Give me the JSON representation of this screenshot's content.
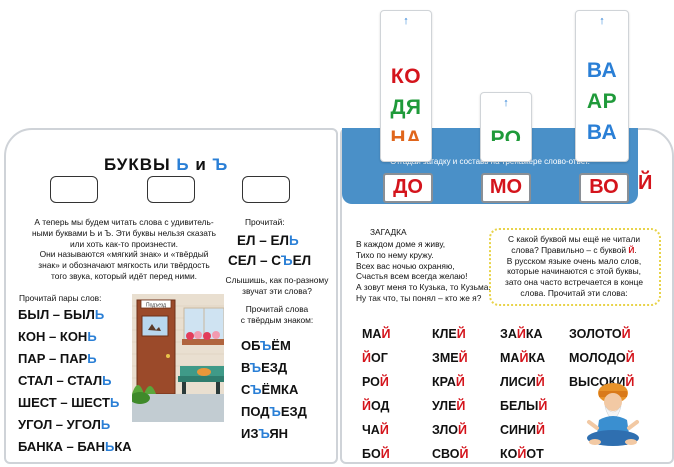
{
  "strips": [
    {
      "syllables": [
        "КО",
        "ДЯ",
        "НА"
      ],
      "colors": [
        "#d4141c",
        "#1f9a3a",
        "#e0661c"
      ]
    },
    {
      "syllables": [
        "РО"
      ],
      "colors": [
        "#1f9a3a"
      ]
    },
    {
      "syllables": [
        "ВА",
        "АР",
        "ВА"
      ],
      "colors": [
        "#2a7fd6",
        "#1f9a3a",
        "#2a7fd6"
      ]
    }
  ],
  "strip_arrow": "↑",
  "left": {
    "title_main": "БУКВЫ ",
    "title_soft": "Ь",
    "title_and": " и ",
    "title_hard": "Ъ",
    "intro": [
      "А теперь мы будем читать слова с удивитель-",
      "ными буквами Ь и Ъ. Эти буквы нельзя сказать",
      "или хоть как-то произнести.",
      "Они называются «мягкий знак» и «твёрдый",
      "знак» и обозначают мягкость или твёрдость",
      "того звука, который идёт перед ними."
    ],
    "read_label": "Прочитай:",
    "pair1_a": "ЕЛ – ЕЛ",
    "pair1_b": "Ь",
    "pair2_a": "СЕЛ – С",
    "pair2_b": "Ъ",
    "pair2_c": "ЕЛ",
    "question": [
      "Слышишь, как по-разному",
      "звучат эти слова?"
    ],
    "pairs_label": "Прочитай пары слов:",
    "pairs": [
      {
        "a": "БЫЛ – БЫЛ",
        "b": "Ь"
      },
      {
        "a": "КОН – КОН",
        "b": "Ь"
      },
      {
        "a": "ПАР – ПАР",
        "b": "Ь"
      },
      {
        "a": "СТАЛ – СТАЛ",
        "b": "Ь"
      },
      {
        "a": "ШЕСТ – ШЕСТ",
        "b": "Ь"
      },
      {
        "a": "УГОЛ – УГОЛ",
        "b": "Ь"
      },
      {
        "a": "БАНКА – БАН",
        "b": "Ь",
        "c": "КА"
      }
    ],
    "sign_label": "Подъезд",
    "hard_label": [
      "Прочитай слова",
      "с твёрдым знаком:"
    ],
    "hard_words": [
      {
        "a": "ОБ",
        "b": "Ъ",
        "c": "ЁМ"
      },
      {
        "a": "В",
        "b": "Ъ",
        "c": "ЕЗД"
      },
      {
        "a": "С",
        "b": "Ъ",
        "c": "ЁМКА"
      },
      {
        "a": "ПОД",
        "b": "Ъ",
        "c": "ЕЗД"
      },
      {
        "a": "ИЗ",
        "b": "Ъ",
        "c": "ЯН"
      }
    ]
  },
  "right": {
    "trainer_caption": "Отгадай загадку и составь на тренажёре слово-ответ.",
    "cards": [
      {
        "text": "ДО",
        "color": "#d4141c"
      },
      {
        "text": "МО",
        "color": "#d4141c"
      },
      {
        "text": "ВО",
        "color": "#d4141c"
      }
    ],
    "final_letter": "Й",
    "riddle_title": "ЗАГАДКА",
    "riddle": [
      "В каждом доме я живу,",
      "Тихо по нему кружу.",
      "Всех вас ночью охраняю,",
      "Счастья всем всегда желаю!",
      "А зовут меня то Кузька, то Кузьма.",
      "Ну так что, ты понял – кто же я?"
    ],
    "hint": {
      "l1": "С какой буквой мы ещё не читали",
      "l2a": "слова? Правильно – с буквой ",
      "l2b": "Й",
      "l2c": ".",
      "l3": "В русском языке очень мало слов,",
      "l4": "которые начинаются с этой буквы,",
      "l5": "зато она часто встречается в конце",
      "l6": "слова. Прочитай эти слова:"
    },
    "col1": [
      {
        "a": "МА",
        "b": "Й",
        "c": ""
      },
      {
        "a": "",
        "b": "Й",
        "c": "ОГ"
      },
      {
        "a": "РО",
        "b": "Й",
        "c": ""
      },
      {
        "a": "",
        "b": "Й",
        "c": "ОД"
      },
      {
        "a": "ЧА",
        "b": "Й",
        "c": ""
      },
      {
        "a": "БО",
        "b": "Й",
        "c": ""
      }
    ],
    "col2": [
      {
        "a": "КЛЕ",
        "b": "Й",
        "c": ""
      },
      {
        "a": "ЗМЕ",
        "b": "Й",
        "c": ""
      },
      {
        "a": "КРА",
        "b": "Й",
        "c": ""
      },
      {
        "a": "УЛЕ",
        "b": "Й",
        "c": ""
      },
      {
        "a": "ЗЛО",
        "b": "Й",
        "c": ""
      },
      {
        "a": "СВО",
        "b": "Й",
        "c": ""
      }
    ],
    "col3": [
      {
        "a": "ЗА",
        "b": "Й",
        "c": "КА"
      },
      {
        "a": "МА",
        "b": "Й",
        "c": "КА"
      },
      {
        "a": "ЛИСИ",
        "b": "Й",
        "c": ""
      },
      {
        "a": "БЕЛЫ",
        "b": "Й",
        "c": ""
      },
      {
        "a": "СИНИ",
        "b": "Й",
        "c": ""
      },
      {
        "a": "КО",
        "b": "Й",
        "c": "ОТ"
      }
    ],
    "col4": [
      {
        "a": "ЗОЛОТО",
        "b": "Й",
        "c": ""
      },
      {
        "a": "МОЛОДО",
        "b": "Й",
        "c": ""
      },
      {
        "a": "ВЫСОКИ",
        "b": "Й",
        "c": ""
      }
    ]
  }
}
